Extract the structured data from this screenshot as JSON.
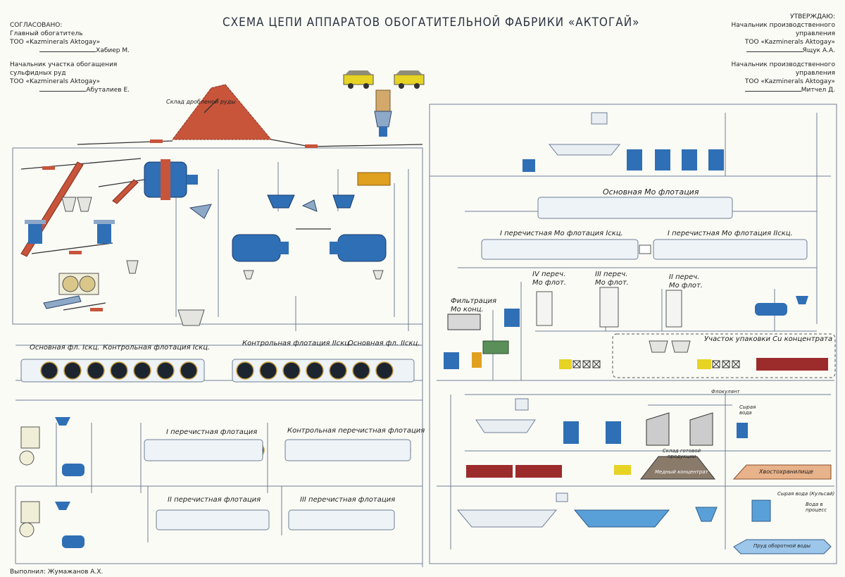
{
  "title": "СХЕМА ЦЕПИ АППАРАТОВ ОБОГАТИТЕЛЬНОЙ ФАБРИКИ «АКТОГАЙ»",
  "approvals_left": [
    {
      "heading": "СОГЛАСОВАНО:",
      "role": "Главный обогатитель",
      "org": "ТОО «Kazminerals Aktogay»",
      "name": "Хабиер М."
    },
    {
      "heading": "",
      "role": "Начальник участка обогащения сульфидных руд",
      "org": "ТОО «Kazminerals Aktogay»",
      "name": "Абуталиев Е."
    }
  ],
  "approvals_right": [
    {
      "heading": "УТВЕРЖДАЮ:",
      "role": "Начальник производственного управления",
      "org": "ТОО «Kazminerals Aktogay»",
      "name": "Ящук А.А."
    },
    {
      "heading": "",
      "role": "Начальник производственного управления",
      "org": "ТОО «Kazminerals Aktogay»",
      "name": "Митчел Д."
    }
  ],
  "sections": {
    "crushed_ore_stock": "Склад дробленой руды",
    "mo_main": "Основная Mo флотация",
    "mo_cleaner1_a": "I перечистная Mo флотация Iскц.",
    "mo_cleaner1_b": "I перечистная Mo флотация IIскц.",
    "mo_cleaner4": "IV переч. Mo флот.",
    "mo_cleaner3": "III переч. Mo флот.",
    "mo_cleaner2": "II переч. Mo флот.",
    "mo_filtration": "Фильтрация Mo конц.",
    "cu_packing": "Участок упаковки Cu концентрата",
    "rougher_a": "Основная фл. Iскц.",
    "scavenger_a": "Контрольная флотация Iскц.",
    "scavenger_b": "Контрольная флотация IIскц.",
    "rougher_b": "Основная фл. IIскц.",
    "cleaner1": "I перечистная флотация",
    "scav_cleaner": "Контрольная перечистная флотация",
    "cleaner2": "II перечистная флотация",
    "cleaner3": "III перечистная флотация",
    "finished_stock": "Склад готовой продукции",
    "copper_conc": "Медный концентрат",
    "tailings": "Хвостохранилище",
    "fresh_water": "Сырая вода (Кульсай)",
    "water_process": "Вода в процесс",
    "recycled_water": "Пруд оборотной воды",
    "flocculant": "Флокулянт",
    "raw_water": "Сырая вода"
  },
  "author": "Выполнил: Жумажанов А.Х.",
  "colors": {
    "steel": "#2f6fb5",
    "frame": "#6f7f94",
    "ore": "#c8543a",
    "accent": "#e0a020",
    "truck": "#e6d324",
    "rail": "#9c2b2b"
  }
}
